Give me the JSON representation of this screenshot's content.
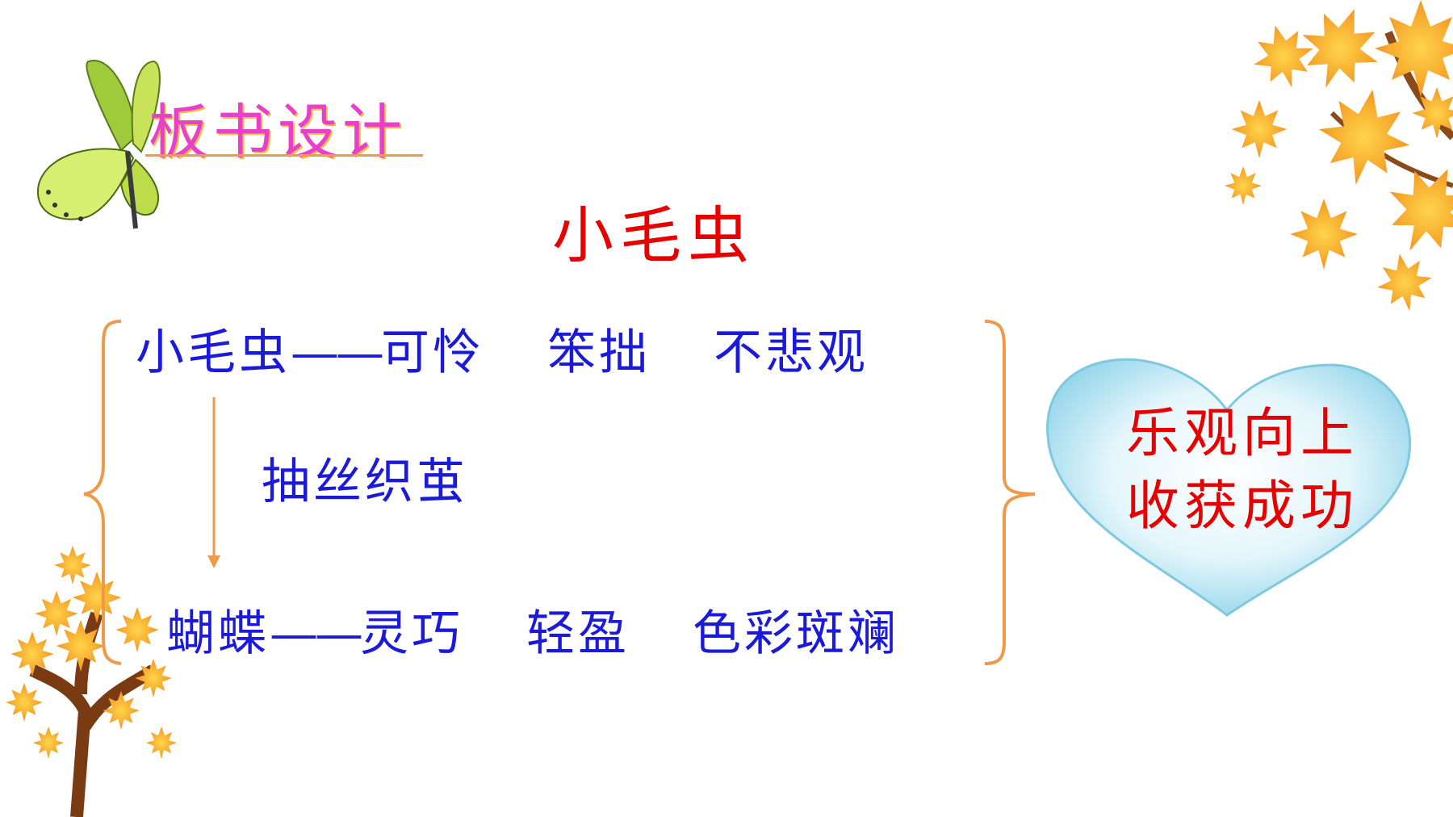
{
  "slide": {
    "heading": "板书设计",
    "title": "小毛虫",
    "row1": {
      "subject": "小毛虫",
      "dash": "——",
      "traits": [
        "可怜",
        "笨拙",
        "不悲观"
      ]
    },
    "process": "抽丝织茧",
    "row2": {
      "subject": "蝴蝶",
      "dash": "——",
      "traits": [
        "灵巧",
        "轻盈",
        "色彩斑斓"
      ]
    },
    "conclusion": [
      "乐观向上",
      "收获成功"
    ]
  },
  "colors": {
    "heading": "#e840c8",
    "title": "#e60000",
    "body_text": "#1a1ad8",
    "brace": "#ee9a4a",
    "heart_fill": "#bfe9f5",
    "conclusion": "#e60000"
  },
  "decorations": [
    "butterfly-icon",
    "maple-leaves-icon",
    "autumn-tree-icon",
    "heart-shape"
  ]
}
